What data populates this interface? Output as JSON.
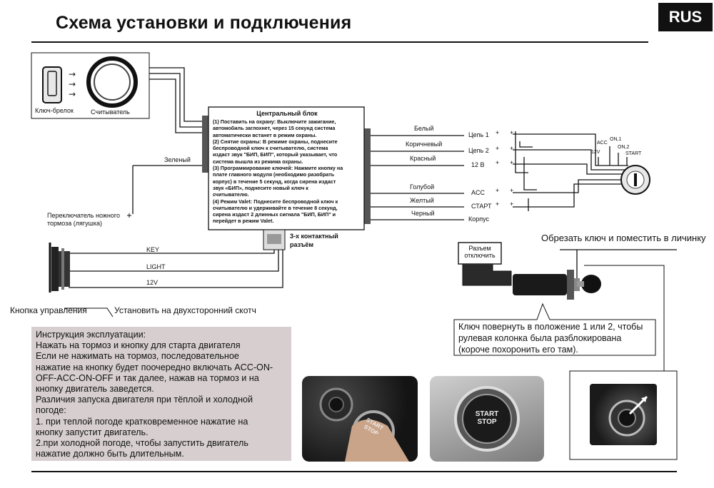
{
  "title": "Схема установки и подключения",
  "lang_badge": "RUS",
  "keyfob": {
    "fob_label": "Ключ-брелок",
    "reader_label": "Считыватель"
  },
  "central_unit": {
    "title": "Центральный блок",
    "lines": [
      "(1) Поставить на охрану: Выключите зажигание,",
      "автомобиль заглохнет, через 15 секунд система",
      "автоматически встанет в режим охраны.",
      "(2) Снятие охраны: В режиме охраны, поднесите",
      "беспроводной ключ к считывателю, система",
      "издаст звук \"БИП, БИП\", который указывает, что",
      "система вышла из режима охраны.",
      "(3) Программирование ключей: Нажмите кнопку на",
      "плате главного модуля (необходимо разобрать",
      "корпус) в течение 5 секунд, когда сирена издаст",
      "звук «БИП», поднесите новый ключ к",
      "считывателю.",
      "(4) Режим Valet: Поднесите беспроводной ключ к",
      "считывателю и удерживайте в течение 8 секунд,",
      "сирена издаст 2 длинных сигнала \"БИП, БИП\" и",
      "перейдет в режим Valet."
    ],
    "connector_label_1": "3-х контактный",
    "connector_label_2": "разъём"
  },
  "left_wires": {
    "green": "Зеленый",
    "brake_label_1": "Переключатель ножного",
    "brake_label_2": "тормоза (лягушка)",
    "plus": "+"
  },
  "right_wires": [
    {
      "color_name": "Белый",
      "target": "Цепь 1",
      "mark": "+"
    },
    {
      "color_name": "Коричневый",
      "target": "Цепь 2",
      "mark": "+"
    },
    {
      "color_name": "Красный",
      "target": "12 В",
      "mark": "+"
    },
    {
      "color_name": "Голубой",
      "target": "ACC",
      "mark": "+"
    },
    {
      "color_name": "Желтый",
      "target": "СТАРТ",
      "mark": "+"
    },
    {
      "color_name": "Черный",
      "target": "Корпус",
      "mark": ""
    }
  ],
  "ignition": {
    "v12": "12V",
    "acc": "ACC",
    "on1": "ON,1",
    "on2": "ON,2",
    "start": "START"
  },
  "button_wires": {
    "key": "KEY",
    "light": "LIGHT",
    "v12": "12V"
  },
  "control_button_label": "Кнопка управления",
  "tape_label": "Установить на двухсторонний скотч",
  "instructions": [
    "Инструкция эксплуатации:",
    "Нажать на тормоз и кнопку для старта двигателя",
    "Если не нажимать на тормоз, последовательное",
    "нажатие на кнопку будет поочередно включать ACC-ON-",
    "OFF-ACC-ON-OFF и так далее, нажав на тормоз и на",
    "кнопку двигатель заведется.",
    "Различия запуска двигателя при тёплой и холодной",
    "погоде:",
    "1. при теплой погоде кратковременное нажатие на",
    "кнопку запустит двигатель.",
    "2.при холодной погоде, чтобы запустить двигатель",
    "нажатие должно быть длительным."
  ],
  "disconnect": {
    "line1": "Разъем",
    "line2": "отключить"
  },
  "cut_key_label": "Обрезать ключ и поместить в личинку",
  "key_note": [
    "Ключ повернуть в положение 1 или 2, чтобы",
    "рулевая колонка была разблокирована",
    "(короче похоронить его там)."
  ],
  "button_text": {
    "line1": "START",
    "line2": "STOP"
  },
  "colors": {
    "badge": "#111111",
    "instr_bg": "#d7cfcf",
    "photo_dark": "#1b1b1b"
  }
}
